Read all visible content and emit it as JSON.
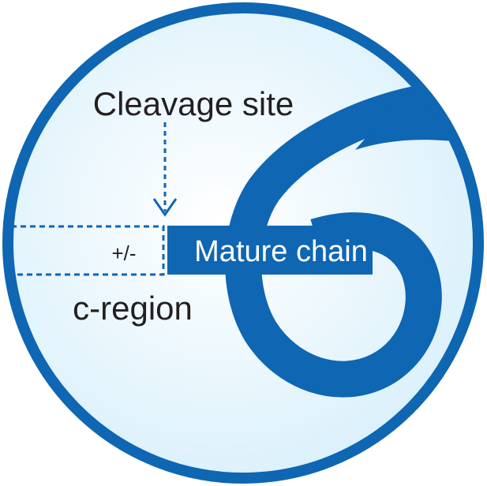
{
  "diagram": {
    "cleavage_label": "Cleavage site",
    "charge_label": "+/-",
    "mature_label": "Mature chain",
    "region_label": "c-region"
  },
  "colors": {
    "primary_blue": "#0f66b2",
    "background_light": "#e6f5fd",
    "background_center": "#ffffff",
    "text_dark": "#231f20",
    "text_light": "#ffffff"
  }
}
